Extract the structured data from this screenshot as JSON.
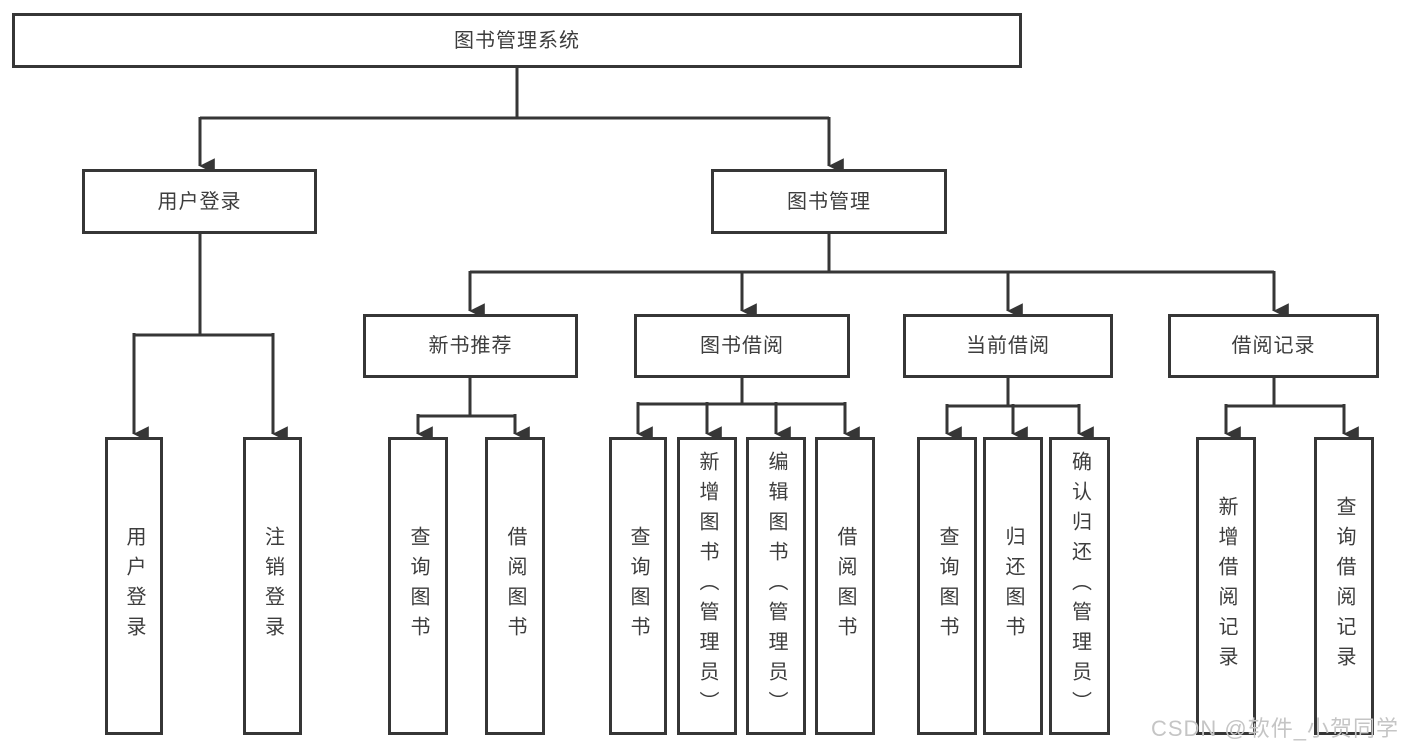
{
  "diagram": {
    "root": {
      "label": "图书管理系统"
    },
    "branches": {
      "user_login": {
        "label": "用户登录",
        "children": [
          "用户登录",
          "注销登录"
        ]
      },
      "book_management": {
        "label": "图书管理",
        "sections": {
          "new_book_recommend": {
            "label": "新书推荐",
            "children": [
              "查询图书",
              "借阅图书"
            ]
          },
          "book_borrow": {
            "label": "图书借阅",
            "children": [
              "查询图书",
              "新增图书（管理员）",
              "编辑图书（管理员）",
              "借阅图书"
            ]
          },
          "current_borrow": {
            "label": "当前借阅",
            "children": [
              "查询图书",
              "归还图书",
              "确认归还（管理员）"
            ]
          },
          "borrow_records": {
            "label": "借阅记录",
            "children": [
              "新增借阅记录",
              "查询借阅记录"
            ]
          }
        }
      }
    },
    "watermark": "CSDN @软件_小贺同学",
    "colors": {
      "line": "#363636",
      "text": "#3d3d3d",
      "watermark": "#c5c5c5",
      "background": "#ffffff"
    }
  }
}
